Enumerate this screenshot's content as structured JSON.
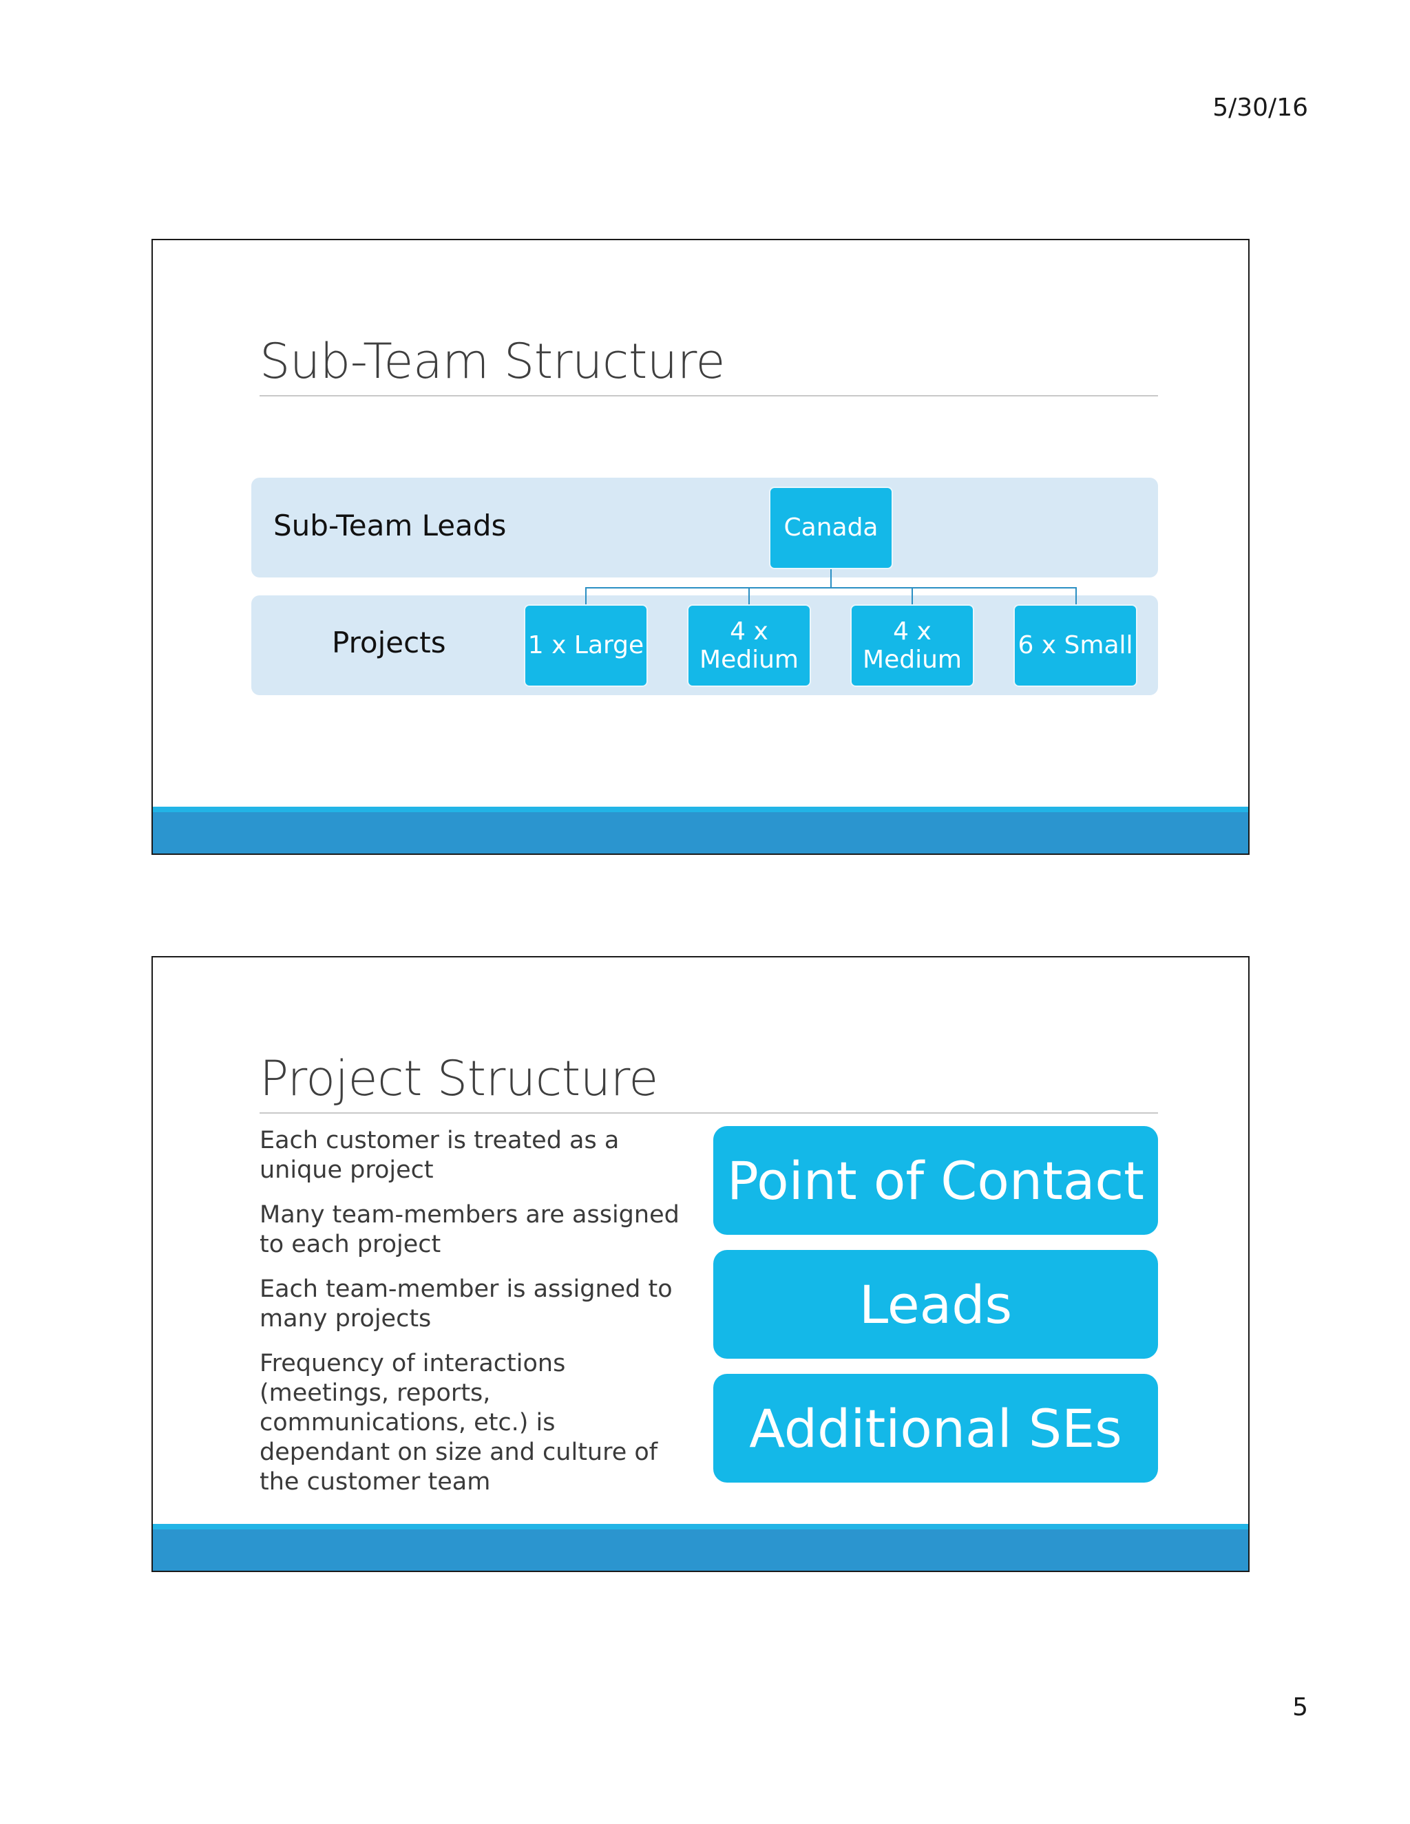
{
  "page": {
    "date": "5/30/16",
    "number": "5"
  },
  "colors": {
    "accent": "#14b8e8",
    "band": "#d7e8f5",
    "footer": "#2b95cf",
    "footer_line": "#22b4e6",
    "connector": "#2a8fc3"
  },
  "slide1": {
    "title": "Sub-Team Structure",
    "leads_label": "Sub-Team Leads",
    "projects_label": "Projects",
    "lead_node": "Canada",
    "project_nodes": [
      "1 x Large",
      "4 x Medium",
      "4 x Medium",
      "6 x Small"
    ]
  },
  "slide2": {
    "title": "Project Structure",
    "bullets": [
      "Each customer is treated as a unique project",
      "Many team-members are assigned to each project",
      "Each team-member is assigned to many projects",
      "Frequency of interactions (meetings, reports, communications, etc.) is dependant on size and culture of the customer team"
    ],
    "roles": [
      "Point of Contact",
      "Leads",
      "Additional SEs"
    ]
  }
}
